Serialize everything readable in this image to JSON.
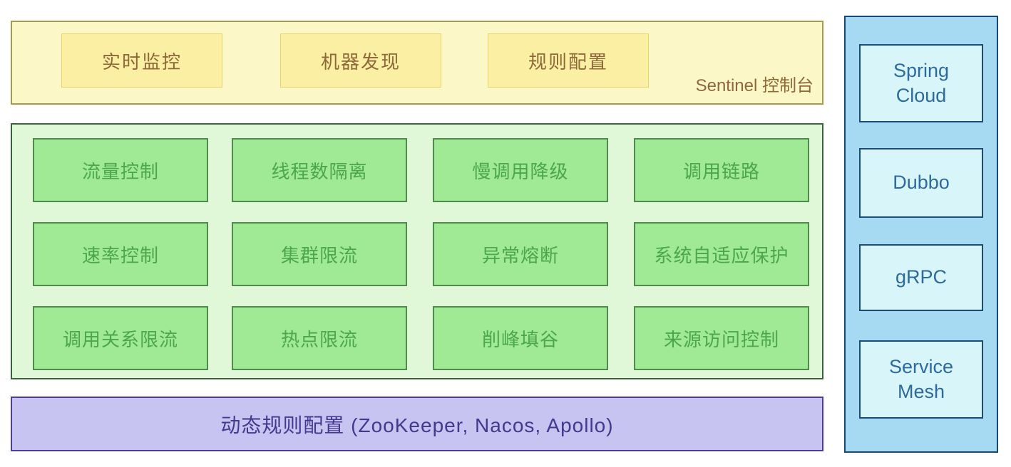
{
  "console": {
    "label": "Sentinel 控制台",
    "tabs": [
      "实时监控",
      "机器发现",
      "规则配置"
    ]
  },
  "features": [
    "流量控制",
    "线程数隔离",
    "慢调用降级",
    "调用链路",
    "速率控制",
    "集群限流",
    "异常熔断",
    "系统自适应保护",
    "调用关系限流",
    "热点限流",
    "削峰填谷",
    "来源访问控制"
  ],
  "rules_bar_label": "动态规则配置 (ZooKeeper, Nacos, Apollo)",
  "adapters": [
    "Spring Cloud",
    "Dubbo",
    "gRPC",
    "Service Mesh"
  ],
  "colors": {
    "console_panel_bg": "#fbf7c7",
    "console_panel_border": "#a59b4c",
    "console_box_bg": "#faefa2",
    "console_text": "#8f683a",
    "core_panel_bg": "#e0f7d8",
    "core_panel_border": "#3a6242",
    "feature_box_bg": "#a0e995",
    "feature_box_border": "#4e8b4d",
    "feature_text": "#4ca64c",
    "rules_bar_bg": "#c7c4f2",
    "rules_bar_border": "#4c3e9e",
    "rules_text": "#45388d",
    "adapters_panel_bg": "#a5daf2",
    "adapters_panel_border": "#194971",
    "adapter_box_bg": "#d8f6fa",
    "adapter_text": "#2e6b9c"
  }
}
